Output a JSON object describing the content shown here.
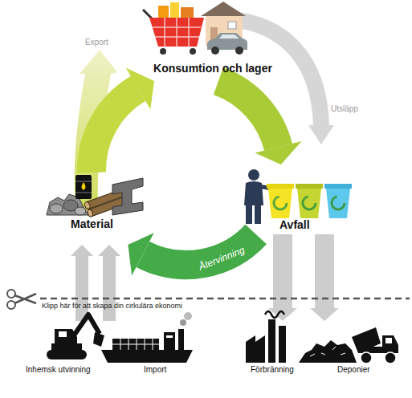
{
  "diagram": {
    "nodes": [
      {
        "text": [
          "Konsumtion och lager"
        ]
      },
      {
        "text": [
          "Material"
        ]
      },
      {
        "text": [
          "Avfall"
        ]
      },
      {
        "text": [
          "Inhemsk utvinning"
        ]
      },
      {
        "text": [
          "Import"
        ]
      },
      {
        "text": [
          "Förbränning"
        ]
      },
      {
        "text": [
          "Deponier"
        ]
      }
    ],
    "edges": [
      {
        "from": 1,
        "to": 0,
        "arrow": "to"
      },
      {
        "from": 0,
        "to": 2,
        "arrow": "to"
      },
      {
        "from": 2,
        "to": 1,
        "label": "Återvinning",
        "arrow": "to"
      },
      {
        "from": 3,
        "to": 1,
        "arrow": "to"
      },
      {
        "from": 4,
        "to": 1,
        "arrow": "to"
      },
      {
        "from": 2,
        "to": 5,
        "arrow": "to"
      },
      {
        "from": 2,
        "to": 6,
        "arrow": "to"
      }
    ],
    "labels": [
      "Export",
      "Utsläpp",
      "Klipp här för att skapa din cirkulära ekonomi"
    ]
  }
}
